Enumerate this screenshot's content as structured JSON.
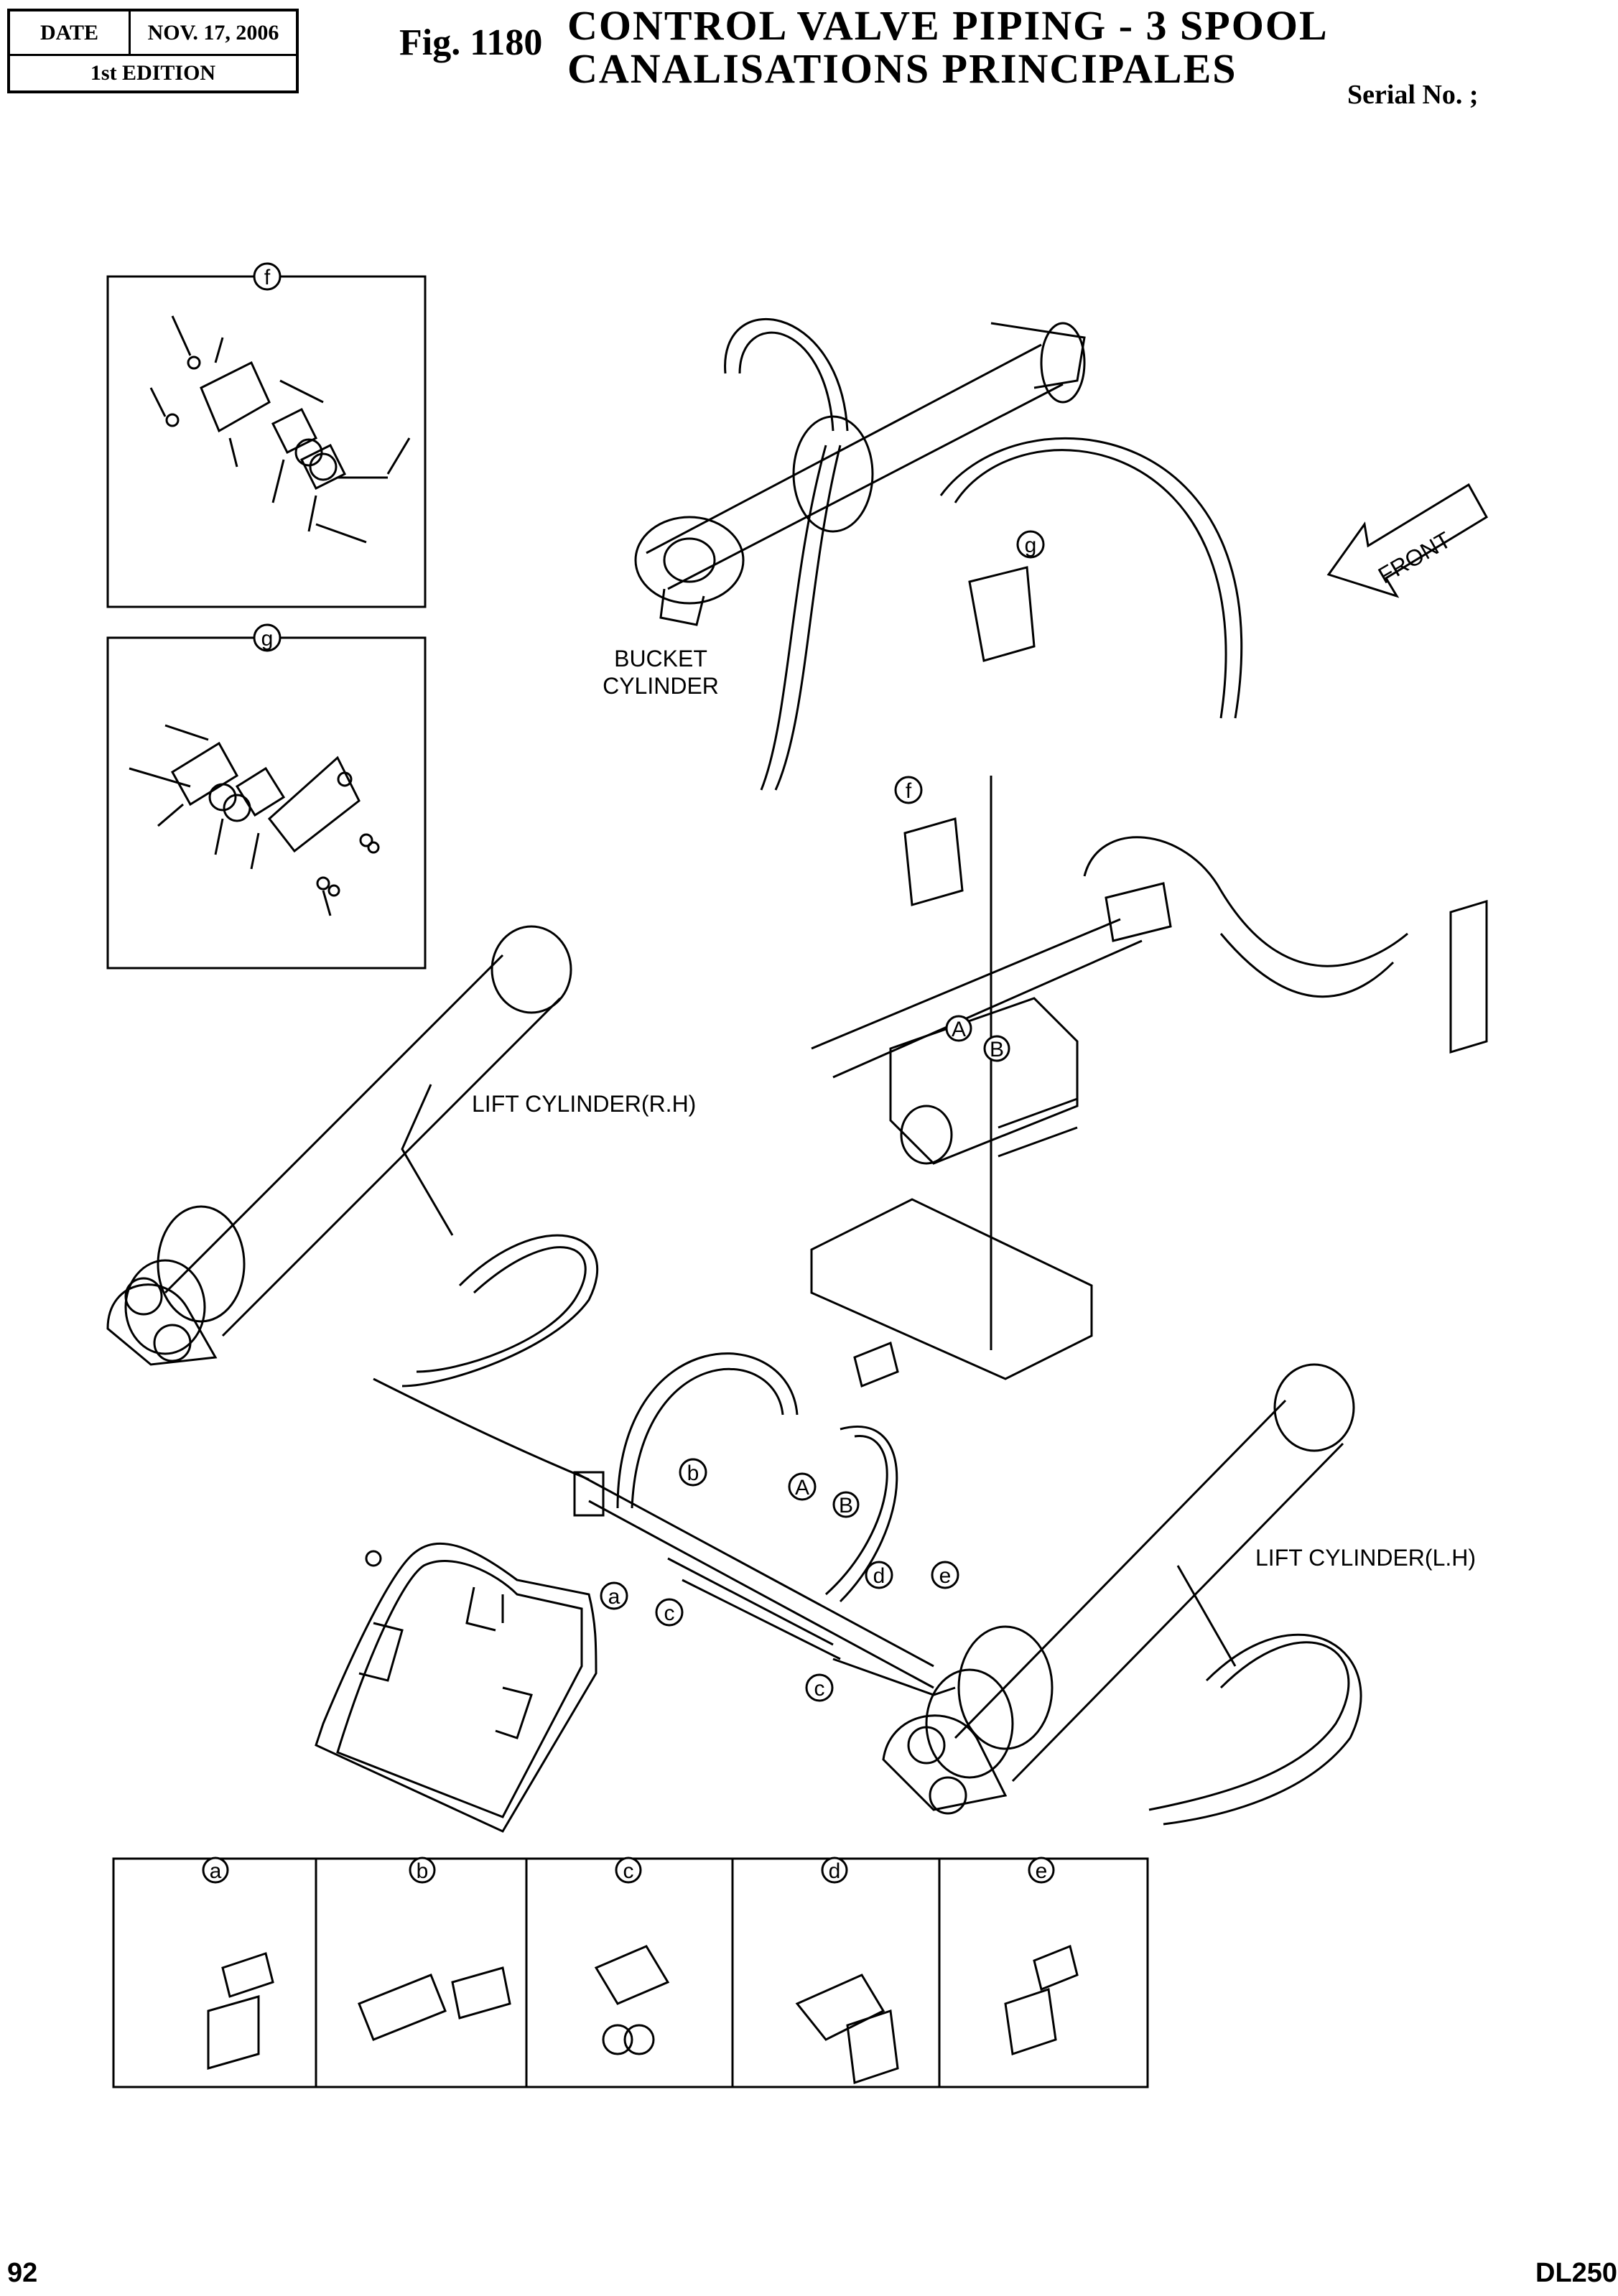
{
  "header": {
    "date_label": "DATE",
    "date_value": "NOV. 17, 2006",
    "edition": "1st EDITION",
    "fig_label": "Fig. 1180",
    "title_line1": "CONTROL VALVE PIPING - 3 SPOOL",
    "title_line2": "CANALISATIONS PRINCIPALES",
    "serial": "Serial No. ;"
  },
  "labels": {
    "bucket_cylinder_line1": "BUCKET",
    "bucket_cylinder_line2": "CYLINDER",
    "lift_cylinder_rh": "LIFT CYLINDER(R.H)",
    "lift_cylinder_lh": "LIFT CYLINDER(L.H)",
    "front": "FRONT"
  },
  "callouts": {
    "f": "f",
    "g": "g",
    "a": "a",
    "b": "b",
    "c": "c",
    "d": "d",
    "e": "e",
    "A": "A",
    "B": "B"
  },
  "footer": {
    "page": "92",
    "model": "DL250"
  }
}
